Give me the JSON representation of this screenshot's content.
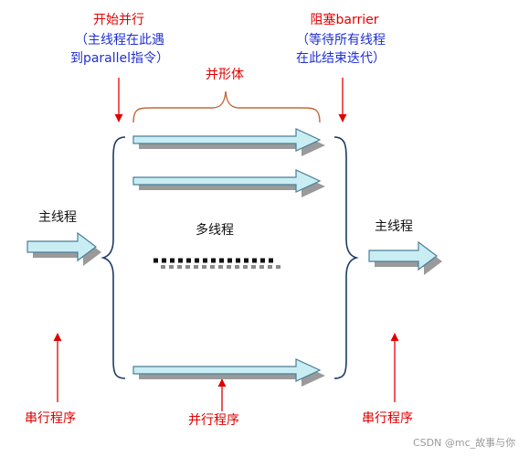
{
  "labels": {
    "start_parallel": "开始并行",
    "start_note_line1": "（主线程在此遇",
    "start_note_line2": "到parallel指令）",
    "barrier": "阻塞barrier",
    "barrier_note_line1": "（等待所有线程",
    "barrier_note_line2": "在此结束迭代）",
    "team": "并形体",
    "main_thread_left": "主线程",
    "main_thread_right": "主线程",
    "multi_thread": "多线程",
    "serial_left": "串行程序",
    "parallel_bottom": "并行程序",
    "serial_right": "串行程序",
    "watermark": "CSDN @mc_故事与你"
  },
  "colors": {
    "red": "#e00000",
    "blue": "#1f2fd6",
    "arrow_fill": "#c8eef4",
    "arrow_stroke": "#4b7f98",
    "shadow": "#9a9a9a",
    "brace_blue": "#1f3a63",
    "brace_orange": "#c0693b"
  }
}
